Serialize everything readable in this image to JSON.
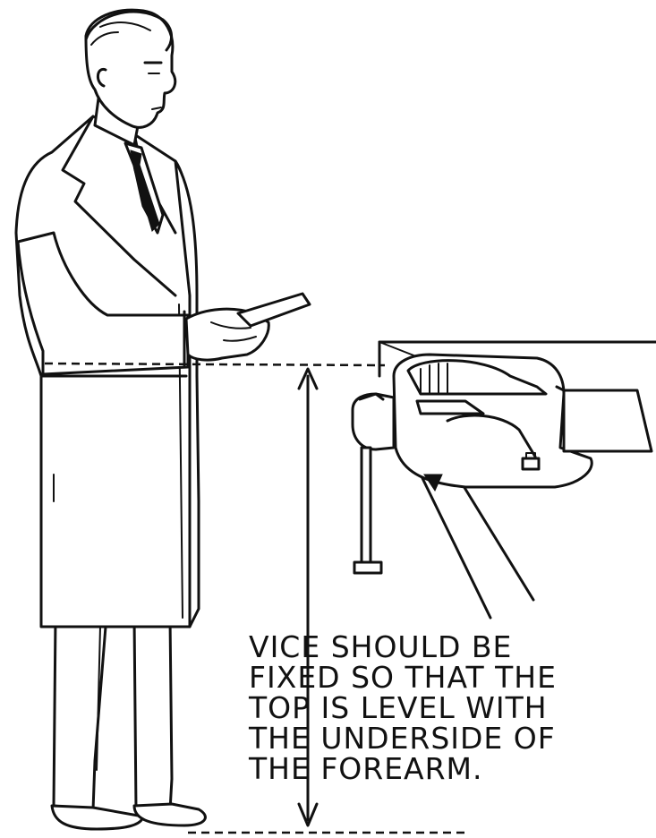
{
  "caption": {
    "lines": [
      "VICE SHOULD BE",
      "FIXED SO THAT THE",
      "TOP IS LEVEL WITH",
      "THE UNDERSIDE OF",
      "THE FOREARM."
    ]
  },
  "colors": {
    "ink": "#111111",
    "paper": "#ffffff"
  },
  "icons": [
    "man-in-coat-figure",
    "bench-vice",
    "workbench",
    "height-arrow"
  ]
}
